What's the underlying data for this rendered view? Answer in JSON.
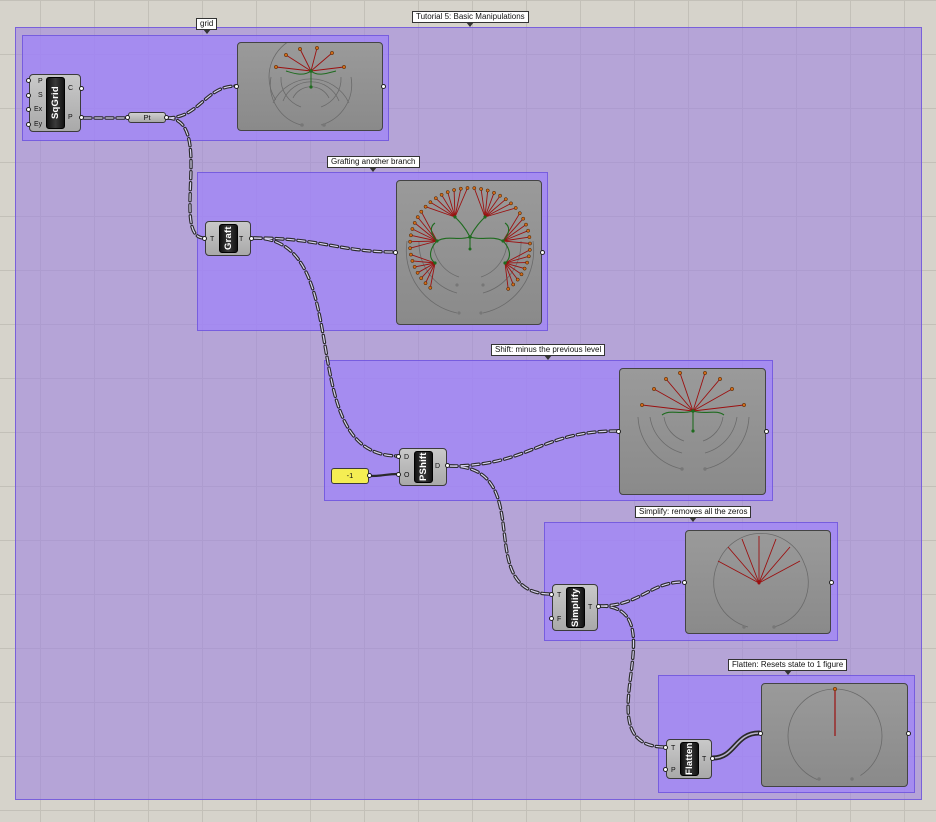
{
  "groups": {
    "tutorial": "Tutorial 5: Basic Manipulations",
    "grid": "grid",
    "graft": "Grafting another branch",
    "shift": "Shift: minus the previous level",
    "simplify": "Simplify: removes all the zeros",
    "flatten": "Flatten: Resets state to 1 figure"
  },
  "components": {
    "sqgrid": {
      "name": "SqGrid",
      "inputs": [
        "P",
        "S",
        "Ex",
        "Ey"
      ],
      "outputs": [
        "C",
        "P"
      ]
    },
    "pt": {
      "name": "Pt"
    },
    "graft": {
      "name": "Graft",
      "inputs": [
        "T"
      ],
      "outputs": [
        "T"
      ]
    },
    "pshift": {
      "name": "PShift",
      "inputs": [
        "D",
        "O"
      ],
      "outputs": [
        "D"
      ]
    },
    "slider": {
      "value": "-1"
    },
    "simplify": {
      "name": "Simplify",
      "inputs": [
        "T",
        "F"
      ],
      "outputs": [
        "T"
      ]
    },
    "flatten": {
      "name": "Flatten",
      "inputs": [
        "T",
        "P"
      ],
      "outputs": [
        "T"
      ]
    }
  },
  "colors": {
    "group_fill": "#9b7de1",
    "inner_group_fill": "#a082fa",
    "branch_green": "#1f6b1f",
    "leaf_red": "#9b1010",
    "leaf_point": "#d06a18",
    "slider": "#f5ee53"
  }
}
